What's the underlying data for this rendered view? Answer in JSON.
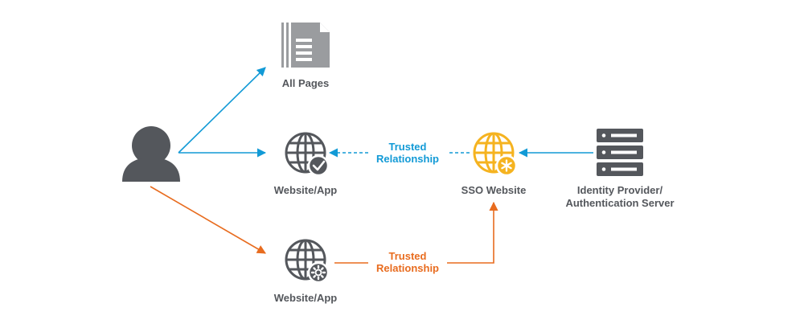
{
  "colors": {
    "dark": "#54575c",
    "blue": "#129ad6",
    "orange": "#e86c1f",
    "gold": "#f5b320"
  },
  "nodes": {
    "user": {
      "icon": "user-icon"
    },
    "all_pages": {
      "icon": "document-stack-icon",
      "label": "All Pages"
    },
    "website_trusted": {
      "icon": "globe-check-icon",
      "label": "Website/App"
    },
    "website_other": {
      "icon": "globe-gear-icon",
      "label": "Website/App"
    },
    "sso": {
      "icon": "globe-asterisk-icon",
      "label": "SSO Website"
    },
    "idp": {
      "icon": "server-rack-icon",
      "label_line1": "Identity Provider/",
      "label_line2": "Authentication Server"
    }
  },
  "edges": {
    "blue_trust": {
      "line1": "Trusted",
      "line2": "Relationship"
    },
    "orange_trust": {
      "line1": "Trusted",
      "line2": "Relationship"
    }
  }
}
